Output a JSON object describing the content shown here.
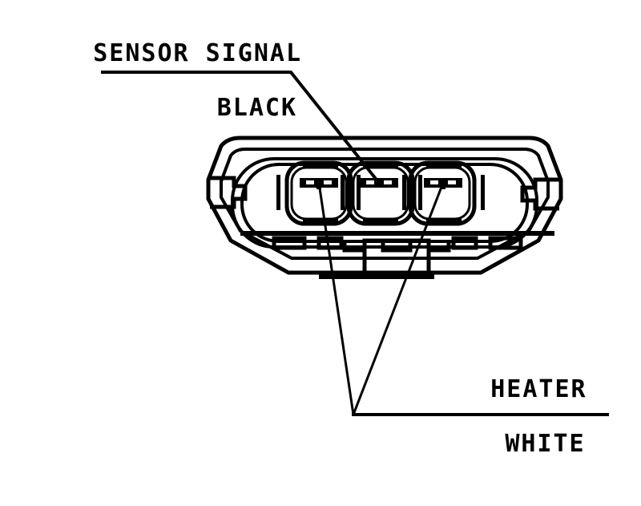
{
  "diagram": {
    "title": "Oxygen sensor 3-pin connector pinout diagram",
    "background_color": "#ffffff",
    "line_color": "#000000"
  },
  "labels": {
    "sensor": {
      "line1": "SENSOR SIGNAL",
      "line2": "BLACK",
      "wire_color": "BLACK",
      "function": "SENSOR SIGNAL"
    },
    "heater": {
      "line1": "HEATER",
      "line2": "WHITE",
      "wire_color": "WHITE",
      "function": "HEATER"
    }
  },
  "connector": {
    "name": "three-pin-connector",
    "pin_count": 3,
    "pins": [
      {
        "position": "left",
        "assignment": "HEATER",
        "wire_color": "WHITE"
      },
      {
        "position": "center",
        "assignment": "SENSOR SIGNAL",
        "wire_color": "BLACK"
      },
      {
        "position": "right",
        "assignment": "HEATER",
        "wire_color": "WHITE"
      }
    ],
    "features": {
      "left_keyway": "notch",
      "right_tab": "tab",
      "bottom_latch": "center-latch-box",
      "alignment_dot": "dot"
    }
  }
}
